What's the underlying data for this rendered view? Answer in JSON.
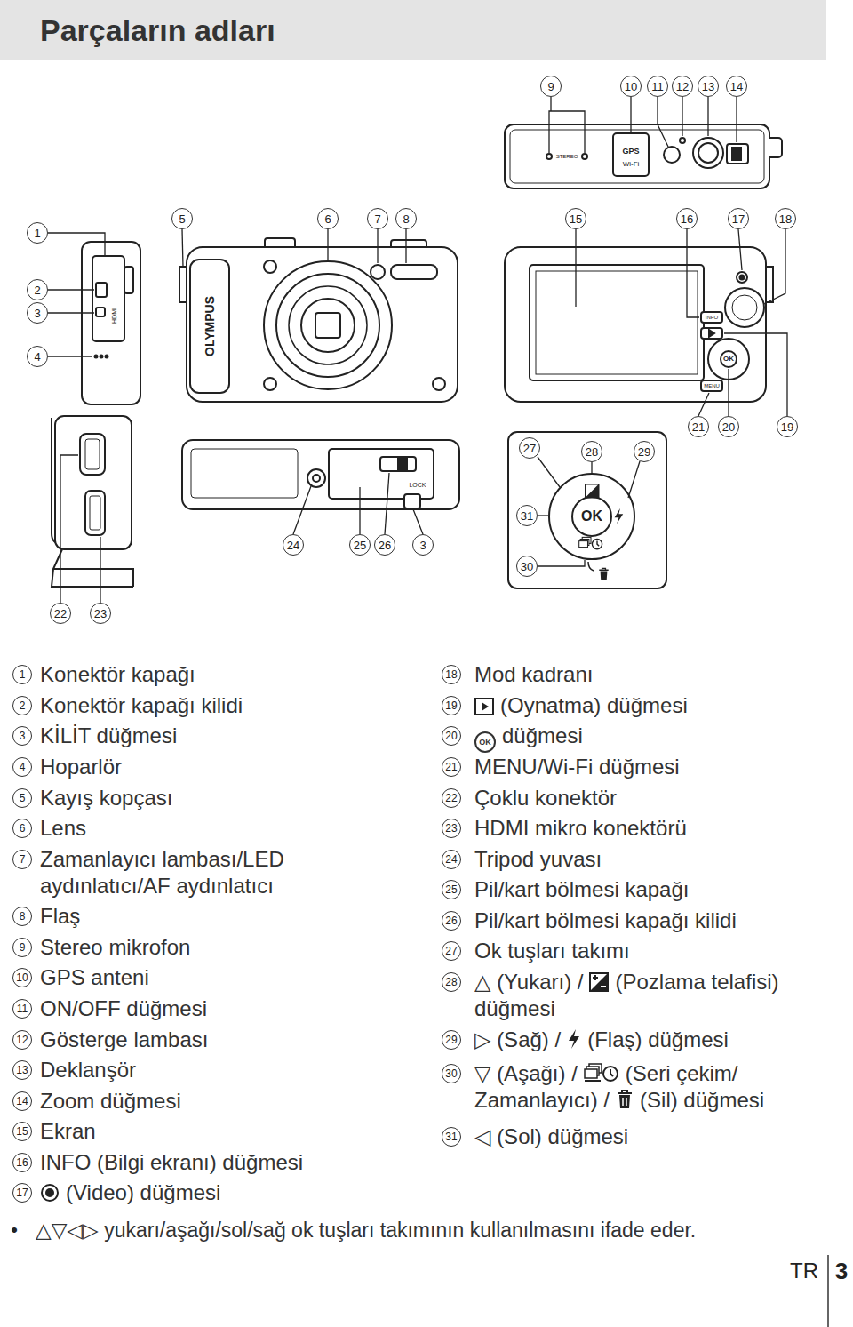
{
  "diagram": {
    "title": "Parçaların adları",
    "labels": [
      "9",
      "10",
      "11",
      "12",
      "13",
      "14",
      "1",
      "2",
      "3",
      "4",
      "5",
      "6",
      "7",
      "8",
      "15",
      "16",
      "17",
      "18",
      "21",
      "20",
      "19",
      "27",
      "28",
      "29",
      "31",
      "30",
      "24",
      "25",
      "26",
      "3",
      "22",
      "23",
      "STEREO",
      "GPS",
      "Wi-Fi",
      "OLYMPUS",
      "HDMI",
      "INFO",
      "MENU",
      "OK",
      "OK",
      "LOCK",
      "1",
      "Konektör kapağı",
      "2",
      "Konektör kapağı kilidi",
      "3",
      "KİLİT düğmesi",
      "4",
      "Hoparlör",
      "5",
      "Kayış kopçası",
      "6",
      "Lens",
      "7",
      "Zamanlayıcı lambası/LED aydınlatıcı/AF aydınlatıcı",
      "8",
      "Flaş",
      "9",
      "Stereo mikrofon",
      "10",
      "GPS anteni",
      "11",
      "ON/OFF düğmesi",
      "12",
      "Gösterge lambası",
      "13",
      "Deklanşör",
      "14",
      "Zoom düğmesi",
      "15",
      "Ekran",
      "16",
      "INFO (Bilgi ekranı) düğmesi",
      "17",
      "(Video) düğmesi",
      "18",
      "Mod kadranı",
      "19",
      "(Oynatma) düğmesi",
      "20",
      "OK",
      "düğmesi",
      "21",
      "MENU/Wi-Fi düğmesi",
      "22",
      "Çoklu konektör",
      "23",
      "HDMI mikro konektörü",
      "24",
      "Tripod yuvası",
      "25",
      "Pil/kart bölmesi kapağı",
      "26",
      "Pil/kart bölmesi kapağı kilidi",
      "27",
      "Ok tuşları takımı",
      "28",
      "△ (Yukarı) /",
      "(Pozlama telafisi) düğmesi",
      "29",
      "▷ (Sağ) /",
      "(Flaş) düğmesi",
      "30",
      "▽ (Aşağı) /",
      "(Seri çekim/ Zamanlayıcı) /",
      "(Sil) düğmesi",
      "31",
      "◁ (Sol) düğmesi",
      "•",
      "△▽◁▷ yukarı/aşağı/sol/sağ ok tuşları takımının kullanılmasını ifade eder.",
      "TR",
      "3"
    ]
  }
}
